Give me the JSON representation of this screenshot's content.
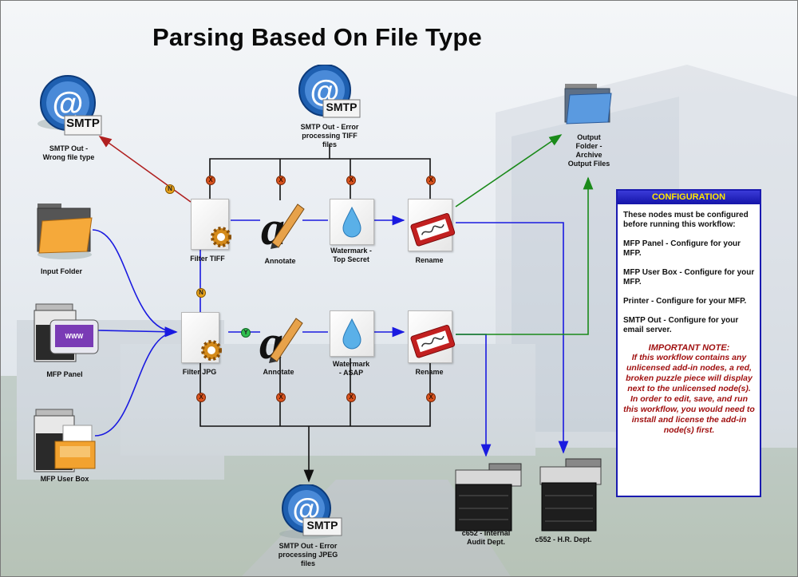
{
  "title": "Parsing Based On File Type",
  "nodes": {
    "smtp_wrong": {
      "label": "SMTP Out -\nWrong file type",
      "badge": "SMTP"
    },
    "smtp_tiff": {
      "label": "SMTP Out - Error\nprocessing TIFF\nfiles",
      "badge": "SMTP"
    },
    "smtp_jpeg": {
      "label": "SMTP Out - Error\nprocessing JPEG\nfiles",
      "badge": "SMTP"
    },
    "output_folder": {
      "label": "Output\nFolder -\nArchive\nOutput Files"
    },
    "input_folder": {
      "label": "Input Folder"
    },
    "mfp_panel": {
      "label": "MFP Panel",
      "screen_text": "WWW"
    },
    "mfp_user_box": {
      "label": "MFP User Box"
    },
    "filter_tiff": {
      "label": "Filter TIFF"
    },
    "filter_jpg": {
      "label": "Filter JPG"
    },
    "annotate_1": {
      "label": "Annotate"
    },
    "annotate_2": {
      "label": "Annotate"
    },
    "watermark_1": {
      "label": "Watermark -\nTop Secret"
    },
    "watermark_2": {
      "label": "Watermark\n- ASAP"
    },
    "rename_1": {
      "label": "Rename"
    },
    "rename_2": {
      "label": "Rename"
    },
    "printer_c652": {
      "label": "c652 - Internal\nAudit Dept."
    },
    "printer_c552": {
      "label": "c552 - H.R. Dept."
    }
  },
  "badges": {
    "x": "X",
    "n": "N",
    "y": "Y"
  },
  "config": {
    "header": "CONFIGURATION",
    "intro": "These nodes must be configured before running this workflow:",
    "items": [
      "MFP Panel - Configure for your MFP.",
      "MFP User Box - Configure for your MFP.",
      "Printer - Configure for your MFP.",
      "SMTP Out - Configure for your email server."
    ],
    "note_title": "IMPORTANT NOTE:",
    "note": "If this workflow contains any unlicensed add-in nodes, a red, broken puzzle piece will display next to the unlicensed node(s). In order to edit, save, and run this workflow, you would need to install and license the add-in node(s) first."
  },
  "colors": {
    "wire_blue": "#1a1ae0",
    "wire_black": "#111111",
    "wire_red": "#b02020",
    "wire_green": "#1a8a1a",
    "config_border": "#1a1ab0",
    "config_header_text": "#ffe800",
    "note_text": "#a01010"
  }
}
